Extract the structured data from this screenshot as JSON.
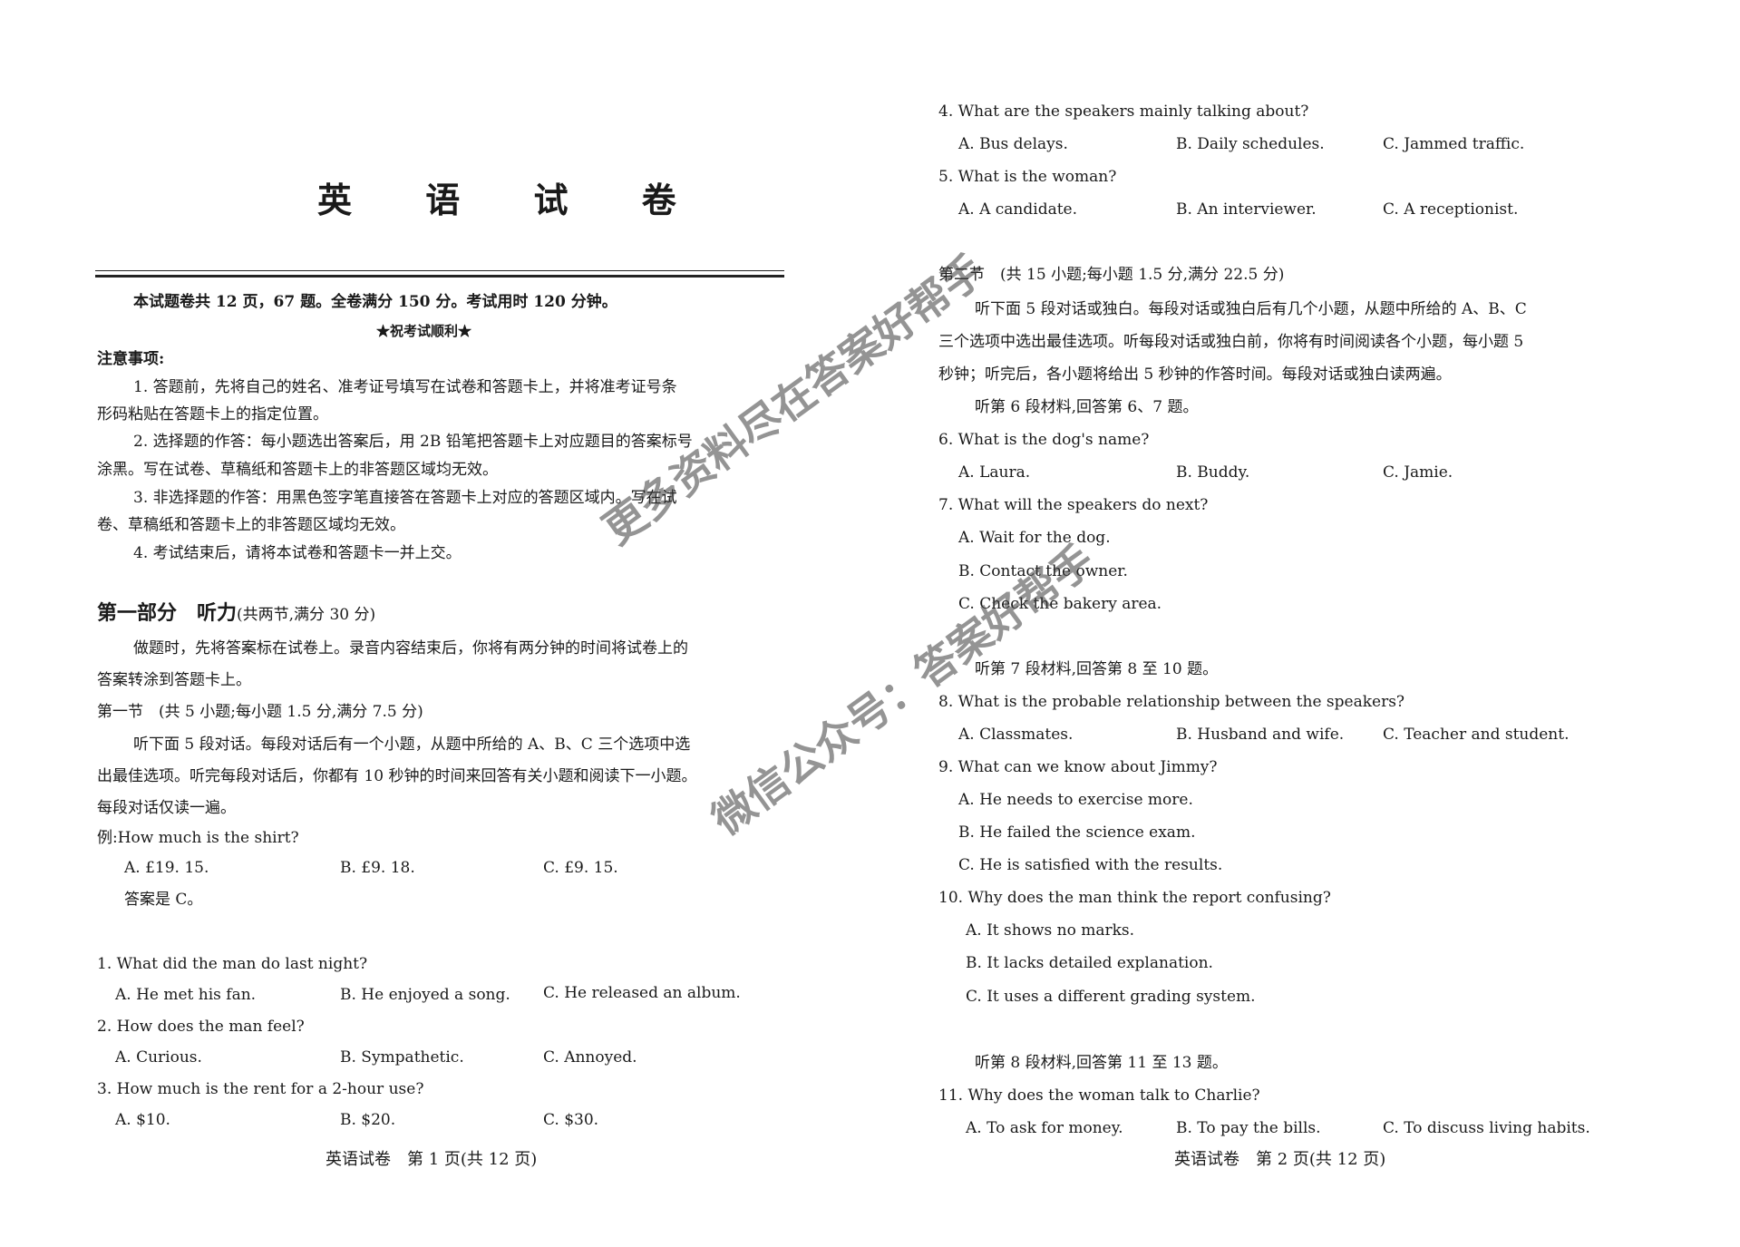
{
  "page1": {
    "title": "英 语 试 卷",
    "intro": "本试题卷共 12 页，67 题。全卷满分 150 分。考试用时 120 分钟。",
    "wish": "★祝考试顺利★",
    "notice_heading": "注意事项:",
    "notices": [
      "1. 答题前，先将自己的姓名、准考证号填写在试卷和答题卡上，并将准考证号条",
      "形码粘贴在答题卡上的指定位置。",
      "2. 选择题的作答：每小题选出答案后，用 2B 铅笔把答题卡上对应题目的答案标号",
      "涂黑。写在试卷、草稿纸和答题卡上的非答题区域均无效。",
      "3. 非选择题的作答：用黑色签字笔直接答在答题卡上对应的答题区域内。写在试",
      "卷、草稿纸和答题卡上的非答题区域均无效。",
      "4. 考试结束后，请将本试卷和答题卡一并上交。"
    ],
    "part1_title": "第一部分　听力",
    "part1_sub": "(共两节,满分 30 分)",
    "part1_instr": [
      "做题时，先将答案标在试卷上。录音内容结束后，你将有两分钟的时间将试卷上的",
      "答案转涂到答题卡上。"
    ],
    "section1_title": "第一节　(共 5 小题;每小题 1.5 分,满分 7.5 分)",
    "section1_instr": [
      "听下面 5 段对话。每段对话后有一个小题，从题中所给的 A、B、C 三个选项中选",
      "出最佳选项。听完每段对话后，你都有 10 秒钟的时间来回答有关小题和阅读下一小题。",
      "每段对话仅读一遍。"
    ],
    "example_q": "例:How much is the shirt?",
    "example_opts": [
      "A. £19. 15.",
      "B. £9. 18.",
      "C. £9. 15."
    ],
    "example_ans": "答案是 C。",
    "questions": [
      {
        "q": "1. What did the man do last night?",
        "a": "A. He met his fan.",
        "b": "B. He enjoyed a song.",
        "c": "C. He released an album."
      },
      {
        "q": "2. How does the man feel?",
        "a": "A. Curious.",
        "b": "B. Sympathetic.",
        "c": "C. Annoyed."
      },
      {
        "q": "3. How much is the rent for a 2-hour use?",
        "a": "A. $10.",
        "b": "B. $20.",
        "c": "C. $30."
      }
    ],
    "footer": "英语试卷　第 1 页(共 12 页)"
  },
  "page2": {
    "q4": {
      "q": "4. What are the speakers mainly talking about?",
      "a": "A. Bus delays.",
      "b": "B. Daily schedules.",
      "c": "C. Jammed traffic."
    },
    "q5": {
      "q": "5. What is the woman?",
      "a": "A. A candidate.",
      "b": "B. An interviewer.",
      "c": "C. A receptionist."
    },
    "section2_title": "第二节　(共 15 小题;每小题 1.5 分,满分 22.5 分)",
    "section2_instr": [
      "听下面 5 段对话或独白。每段对话或独白后有几个小题，从题中所给的 A、B、C",
      "三个选项中选出最佳选项。听每段对话或独白前，你将有时间阅读各个小题，每小题 5",
      "秒钟；听完后，各小题将给出 5 秒钟的作答时间。每段对话或独白读两遍。"
    ],
    "m6": "听第 6 段材料,回答第 6、7 题。",
    "q6": {
      "q": "6. What is the dog's name?",
      "a": "A. Laura.",
      "b": "B. Buddy.",
      "c": "C. Jamie."
    },
    "q7": {
      "q": "7. What will the speakers do next?",
      "a": "A. Wait for the dog.",
      "b": "B. Contact the owner.",
      "c": "C. Check the bakery area."
    },
    "m7": "听第 7 段材料,回答第 8 至 10 题。",
    "q8": {
      "q": "8. What is the probable relationship between the speakers?",
      "a": "A. Classmates.",
      "b": "B. Husband and wife.",
      "c": "C. Teacher and student."
    },
    "q9": {
      "q": "9. What can we know about Jimmy?",
      "a": "A. He needs to exercise more.",
      "b": "B. He failed the science exam.",
      "c": "C. He is satisfied with the results."
    },
    "q10": {
      "q": "10. Why does the man think the report confusing?",
      "a": "A. It shows no marks.",
      "b": "B. It lacks detailed explanation.",
      "c": "C. It uses a different grading system."
    },
    "m8": "听第 8 段材料,回答第 11 至 13 题。",
    "q11": {
      "q": "11. Why does the woman talk to Charlie?",
      "a": "A. To ask for money.",
      "b": "B. To pay the bills.",
      "c": "C. To discuss living habits."
    },
    "footer": "英语试卷　第 2 页(共 12 页)"
  },
  "watermark": {
    "line1": "更多资料尽在答案好帮手",
    "line2": "微信公众号：答案好帮手"
  }
}
